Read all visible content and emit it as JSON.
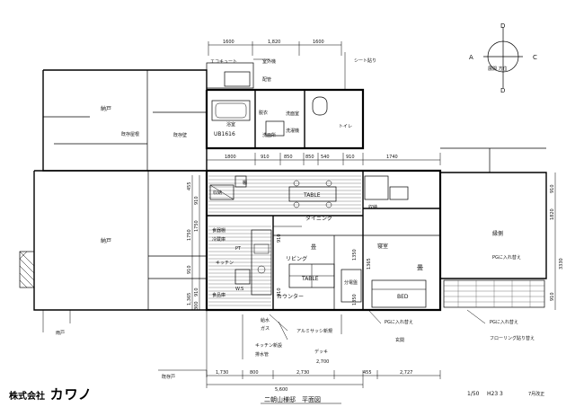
{
  "company": {
    "prefix": "株式会社",
    "name": "カワノ"
  },
  "drawing_title": "二朝山様邸　平面図",
  "footer": {
    "scale": "1/50",
    "date": "H23 3",
    "note": "7月改正"
  },
  "compass": {
    "north": "D",
    "south": "D",
    "west": "A",
    "east": "C",
    "center": "展開 方位"
  },
  "rooms": {
    "storage_nw": "納戸",
    "storage_w": "納戸",
    "bath": "UB1616",
    "bath_label": "浴室",
    "wash": "洗面室",
    "wash2": "洗面所",
    "laundry": "洗濯機",
    "toilet": "トイレ",
    "changing": "脱衣",
    "dining": "ダイニング",
    "living": "リビング",
    "kitchen": "キッチン",
    "counter": "カウンター",
    "tatami_l": "畳",
    "tatami_r": "畳",
    "bedroom": "寝室",
    "bed": "BED",
    "engawa": "縁側",
    "table_top": "TABLE",
    "table_mid": "TABLE",
    "closet_top": "収納",
    "closet_mid": "収納",
    "shelf": "棚",
    "fridge": "冷蔵庫",
    "cupboard": "食器棚",
    "pantry": "食品庫"
  },
  "notes": {
    "ecocute": "エコキュート",
    "outdoor_unit": "室外機",
    "pipe": "配管",
    "sheet": "シート貼り",
    "existing_wall": "既存壁",
    "rain_deck": "雨戸",
    "pg_in_1": "PGに入れ替え",
    "pg_in_2": "PGに入れ替え",
    "pg_in_3": "PGに入れ替え",
    "flooring": "フローリング貼り替え",
    "sash": "アルミサッシ新規",
    "deck": "デッキ",
    "water": "給水",
    "gas": "ガス",
    "entrance": "玄関",
    "existing_door": "既存戸",
    "existing_roof": "既存屋根",
    "drain": "排水管",
    "kitchen_new": "キッチン新設",
    "ws": "W.S",
    "pt": "PT",
    "dist": "分電盤"
  },
  "dims_top": [
    "1600",
    "1,820",
    "1600"
  ],
  "dims_row": [
    "1800",
    "910",
    "850",
    "850",
    "540",
    "910",
    "1740"
  ],
  "dims_bottom": [
    "1,730",
    "800",
    "2,730",
    "2,700",
    "455",
    "2,727"
  ],
  "dims_total": "5,600",
  "dims_left": [
    "455",
    "910",
    "1750",
    "1750",
    "910",
    "910",
    "1,365",
    "300"
  ],
  "dims_mid": [
    "1350",
    "1365",
    "1350",
    "910",
    "910"
  ],
  "dims_right": [
    "910",
    "1820",
    "3330",
    "910"
  ]
}
